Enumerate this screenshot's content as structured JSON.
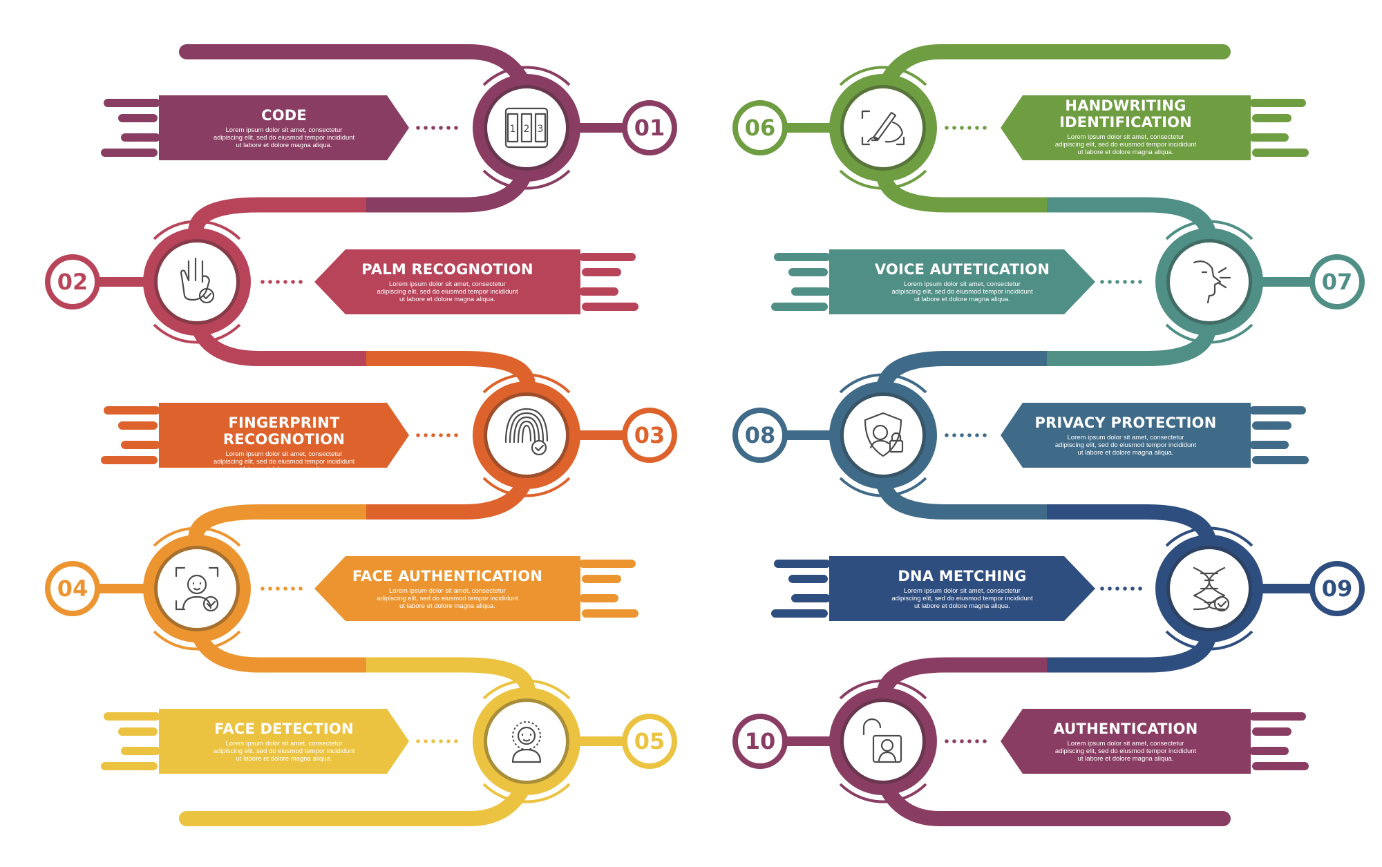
{
  "steps": [
    {
      "number": "01",
      "title": "CODE",
      "description": "Lorem ipsum dolor sit amet, consectetur adipiscing elit, sed do eiusmod tempor incididunt ut labore et dolore magna aliqua.",
      "icon": "combination-lock-icon",
      "color": "#8a3d63"
    },
    {
      "number": "02",
      "title": "PALM RECOGNOTION",
      "description": "Lorem ipsum dolor sit amet, consectetur adipiscing elit, sed do eiusmod tempor incididunt ut labore et dolore magna aliqua.",
      "icon": "palm-check-icon",
      "color": "#b8445a"
    },
    {
      "number": "03",
      "title": "FINGERPRINT RECOGNOTION",
      "description": "Lorem ipsum dolor sit amet, consectetur adipiscing elit, sed do eiusmod tempor incididunt ut labore et dolore magna aliqua.",
      "icon": "fingerprint-check-icon",
      "color": "#de622c"
    },
    {
      "number": "04",
      "title": "FACE AUTHENTICATION",
      "description": "Lorem ipsum dolor sit amet, consectetur adipiscing elit, sed do eiusmod tempor incididunt ut labore et dolore magna aliqua.",
      "icon": "face-scan-icon",
      "color": "#ec9530"
    },
    {
      "number": "05",
      "title": "FACE DETECTION",
      "description": "Lorem ipsum dolor sit amet, consectetur adipiscing elit, sed do eiusmod tempor incididunt ut labore et dolore magna aliqua.",
      "icon": "face-detection-icon",
      "color": "#ebc341"
    },
    {
      "number": "06",
      "title": "HANDWRITING IDENTIFICATION",
      "description": "Lorem ipsum dolor sit amet, consectetur adipiscing elit, sed do eiusmod tempor incididunt ut labore et dolore magna aliqua.",
      "icon": "handwriting-icon",
      "color": "#6f9d42"
    },
    {
      "number": "07",
      "title": "VOICE AUTETICATION",
      "description": "Lorem ipsum dolor sit amet, consectetur adipiscing elit, sed do eiusmod tempor incididunt ut labore et dolore magna aliqua.",
      "icon": "voice-icon",
      "color": "#4f8f86"
    },
    {
      "number": "08",
      "title": "PRIVACY PROTECTION",
      "description": "Lorem ipsum dolor sit amet, consectetur adipiscing elit, sed do eiusmod tempor incididunt ut labore et dolore magna aliqua.",
      "icon": "shield-lock-icon",
      "color": "#3f6a88"
    },
    {
      "number": "09",
      "title": "DNA METCHING",
      "description": "Lorem ipsum dolor sit amet, consectetur adipiscing elit, sed do eiusmod tempor incididunt ut labore et dolore magna aliqua.",
      "icon": "dna-check-icon",
      "color": "#2f4e80"
    },
    {
      "number": "10",
      "title": "AUTHENTICATION",
      "description": "Lorem ipsum dolor sit amet, consectetur adipiscing elit, sed do eiusmod tempor incididunt ut labore et dolore magna aliqua.",
      "icon": "unlock-user-icon",
      "color": "#8a3d63"
    }
  ]
}
